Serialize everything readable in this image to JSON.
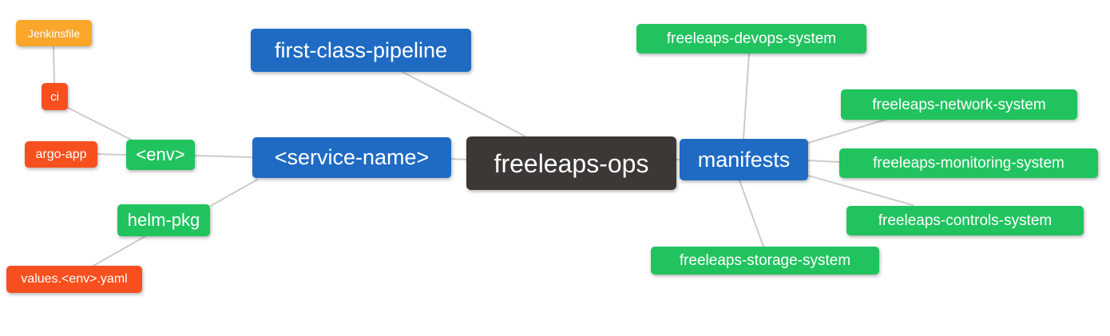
{
  "app": {
    "title": "freeleaps-ops mind map",
    "background": "#ffffff"
  },
  "palette": {
    "root": "#3b3835",
    "primary": "#1f6bc4",
    "success": "#21c35f",
    "danger": "#f7501e",
    "warning": "#f9a62b",
    "edge": "#cccccc",
    "text": "#ffffff"
  },
  "diagram": {
    "type": "mindmap",
    "root_label": "freeleaps-ops",
    "nodes": {
      "root": {
        "label": "freeleaps-ops"
      },
      "first_class_pipeline": {
        "label": "first-class-pipeline"
      },
      "service_name": {
        "label": "<service-name>"
      },
      "env": {
        "label": "<env>"
      },
      "helm_pkg": {
        "label": "helm-pkg"
      },
      "ci": {
        "label": "ci"
      },
      "argo_app": {
        "label": "argo-app"
      },
      "jenkinsfile": {
        "label": "Jenkinsfile"
      },
      "values_env_yaml": {
        "label": "values.<env>.yaml"
      },
      "manifests": {
        "label": "manifests"
      },
      "devops_system": {
        "label": "freeleaps-devops-system"
      },
      "network_system": {
        "label": "freeleaps-network-system"
      },
      "monitoring_system": {
        "label": "freeleaps-monitoring-system"
      },
      "controls_system": {
        "label": "freeleaps-controls-system"
      },
      "storage_system": {
        "label": "freeleaps-storage-system"
      }
    },
    "edges": [
      {
        "from": "Jenkinsfile",
        "to": "ci"
      },
      {
        "from": "ci",
        "to": "<env>"
      },
      {
        "from": "argo-app",
        "to": "<env>"
      },
      {
        "from": "<env>",
        "to": "<service-name>"
      },
      {
        "from": "helm-pkg",
        "to": "<service-name>"
      },
      {
        "from": "values.<env>.yaml",
        "to": "helm-pkg"
      },
      {
        "from": "first-class-pipeline",
        "to": "freeleaps-ops"
      },
      {
        "from": "<service-name>",
        "to": "freeleaps-ops"
      },
      {
        "from": "freeleaps-ops",
        "to": "manifests"
      },
      {
        "from": "manifests",
        "to": "freeleaps-devops-system"
      },
      {
        "from": "manifests",
        "to": "freeleaps-network-system"
      },
      {
        "from": "manifests",
        "to": "freeleaps-monitoring-system"
      },
      {
        "from": "manifests",
        "to": "freeleaps-controls-system"
      },
      {
        "from": "manifests",
        "to": "freeleaps-storage-system"
      }
    ]
  }
}
